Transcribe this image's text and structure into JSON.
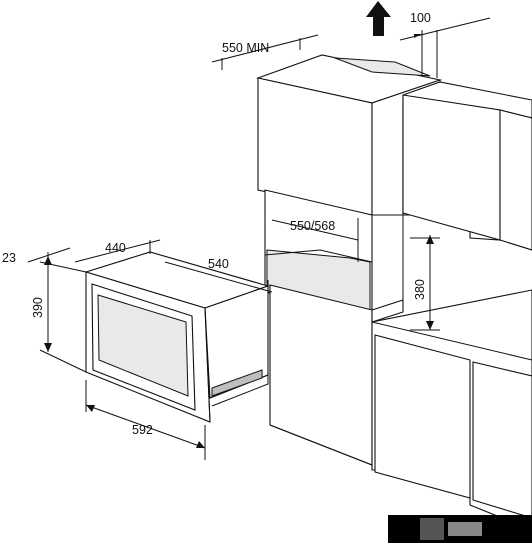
{
  "dimensions": {
    "top_clearance": "100",
    "cabinet_depth_min": "550 MIN",
    "niche_depth": "550/568",
    "niche_height": "380",
    "oven_depth_offset": "23",
    "oven_depth": "440",
    "oven_body_depth": "540",
    "oven_height": "390",
    "oven_width": "592"
  },
  "colors": {
    "line": "#111111",
    "background": "#ffffff"
  },
  "icons": {
    "ventilation_arrow": "arrow-up-icon"
  }
}
